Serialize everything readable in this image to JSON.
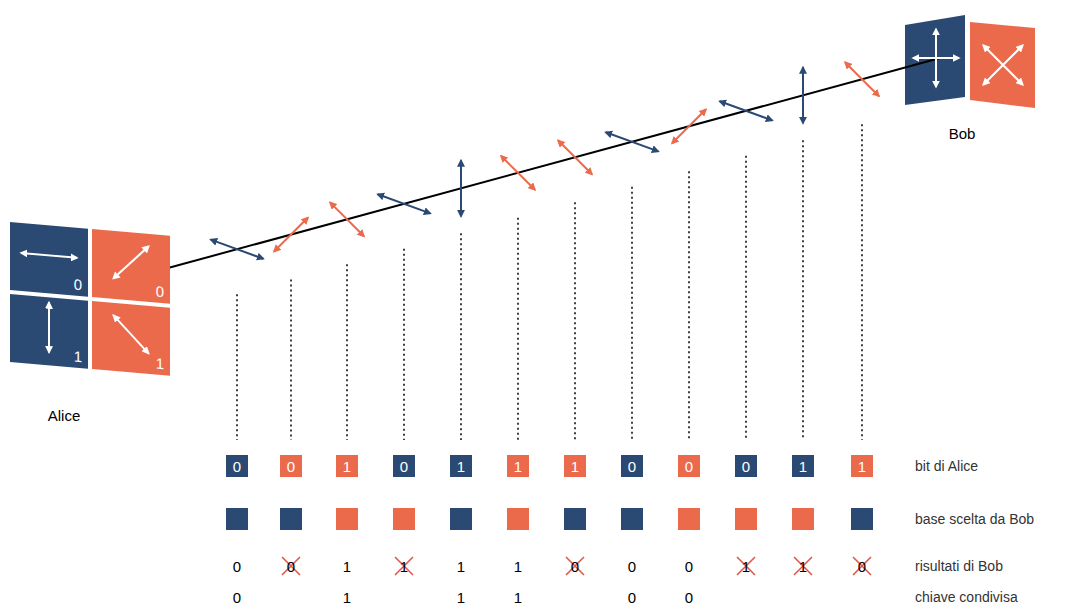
{
  "diagram": {
    "nodes": [
      {
        "text": [
          "0"
        ]
      },
      {
        "text": [
          "0"
        ]
      },
      {
        "text": [
          "1"
        ]
      },
      {
        "text": [
          "1"
        ]
      },
      {
        "text": [
          "0"
        ]
      },
      {
        "text": [
          "0"
        ]
      },
      {
        "text": [
          "1"
        ]
      },
      {
        "text": [
          "0"
        ]
      },
      {
        "text": [
          "1"
        ]
      },
      {
        "text": [
          "1"
        ]
      },
      {
        "text": [
          "1"
        ]
      },
      {
        "text": [
          "0"
        ]
      },
      {
        "text": [
          "0"
        ]
      },
      {
        "text": [
          "0"
        ]
      },
      {
        "text": [
          "1"
        ]
      },
      {
        "text": [
          "1"
        ]
      }
    ],
    "labels": [
      "Bob",
      "Alice",
      "bit di Alice",
      "base scelta da Bob",
      "0",
      "0",
      "1",
      "1",
      "1",
      "1",
      "0",
      "0",
      "0",
      "1",
      "1",
      "0",
      "risultati di Bob",
      "0",
      "1",
      "1",
      "1",
      "0",
      "0",
      "chiave condivisa"
    ]
  }
}
